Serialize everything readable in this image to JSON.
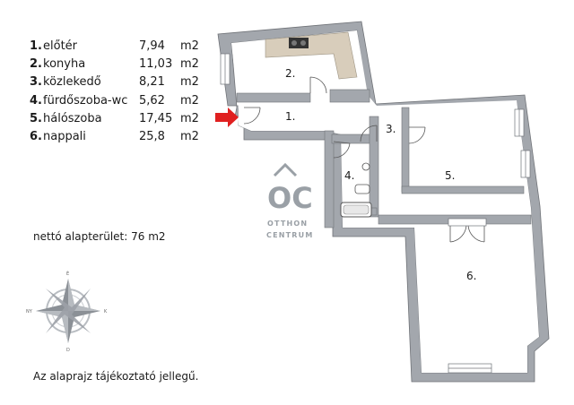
{
  "legend": {
    "rooms": [
      {
        "num": "1.",
        "name": "előtér",
        "area": "7,94",
        "unit": "m2"
      },
      {
        "num": "2.",
        "name": "konyha",
        "area": "11,03",
        "unit": "m2"
      },
      {
        "num": "3.",
        "name": "közlekedő",
        "area": "8,21",
        "unit": "m2"
      },
      {
        "num": "4.",
        "name": "fürdőszoba-wc",
        "area": "5,62",
        "unit": "m2"
      },
      {
        "num": "5.",
        "name": "hálószoba",
        "area": "17,45",
        "unit": "m2"
      },
      {
        "num": "6.",
        "name": "nappali",
        "area": "25,8",
        "unit": "m2"
      }
    ]
  },
  "net_area": "nettó alapterület: 76 m2",
  "disclaimer": "Az alaprajz tájékoztató jellegű.",
  "plan": {
    "labels": {
      "r1": "1.",
      "r2": "2.",
      "r3": "3.",
      "r4": "4.",
      "r5": "5.",
      "r6": "6."
    }
  },
  "brand": {
    "logo": "OC",
    "line1": "OTTHON",
    "line2": "CENTRUM"
  },
  "compass": {
    "n": "É",
    "s": "D",
    "e": "K",
    "w": "NY"
  },
  "colors": {
    "wall": "#a3a7ad",
    "wall_stroke": "#707378",
    "arrow": "#e02020",
    "counter": "#d8cdbb"
  }
}
